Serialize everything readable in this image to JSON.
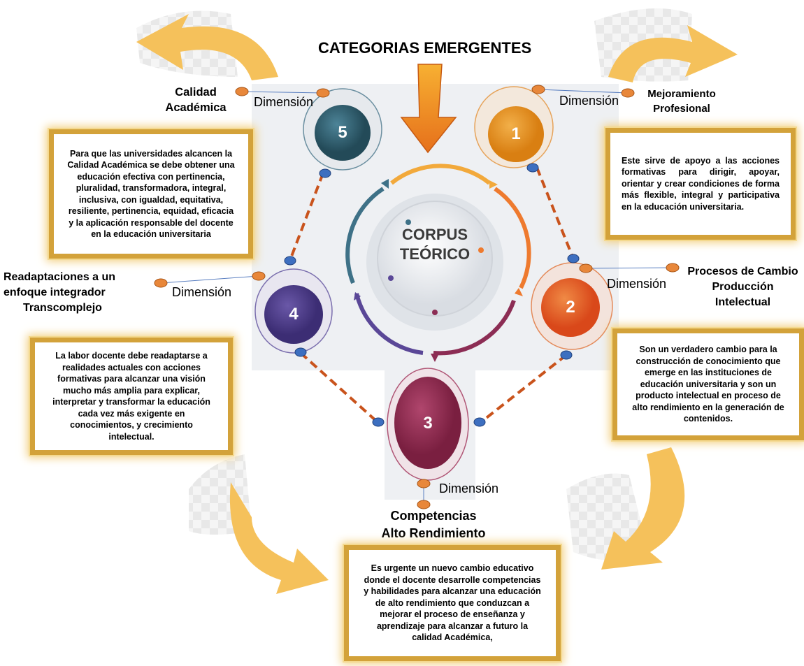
{
  "title": "CATEGORIAS EMERGENTES",
  "center": {
    "line1": "CORPUS",
    "line2": "TEÓRICO"
  },
  "dimension_label": "Dimensión",
  "nodes": [
    {
      "number": "1",
      "label_line1": "Mejoramiento",
      "label_line2": "Profesional",
      "color": "#e8951c",
      "text": "Este sirve de apoyo a las acciones formativas para dirigir, apoyar, orientar y crear condiciones de forma más flexible, integral y participativa en la educación universitaria."
    },
    {
      "number": "2",
      "label_line1": "Procesos de Cambio",
      "label_line2": "Producción",
      "label_line3": "Intelectual",
      "color": "#e75e1f",
      "text": "Son un verdadero cambio para la construcción de conocimiento que emerge en las instituciones de educación universitaria y son un producto intelectual en proceso de alto rendimiento en la generación de contenidos."
    },
    {
      "number": "3",
      "label_line1": "Competencias",
      "label_line2": "Alto Rendimiento",
      "color": "#8e2a4e",
      "text": "Es urgente un nuevo cambio educativo donde el docente desarrolle competencias y habilidades para alcanzar una educación de alto rendimiento que conduzcan a mejorar el proceso de enseñanza y aprendizaje para alcanzar a futuro la calidad Académica,"
    },
    {
      "number": "4",
      "label_line1": "Readaptaciones a un",
      "label_line2": "enfoque integrador",
      "label_line3": "Transcomplejo",
      "color": "#4d3b88",
      "text": "La labor docente debe readaptarse a realidades actuales con acciones formativas para alcanzar una visión mucho más amplia para explicar, interpretar y transformar la educación cada vez más exigente en conocimientos, y crecimiento intelectual."
    },
    {
      "number": "5",
      "label_line1": "Calidad",
      "label_line2": "Académica",
      "color": "#2f6072",
      "text": "Para que las universidades alcancen la Calidad Académica se debe obtener una educación efectiva con pertinencia, pluralidad, transformadora, integral, inclusiva, con igualdad, equitativa, resiliente, pertinencia, equidad, eficacia y la aplicación responsable del docente en la educación universitaria"
    }
  ]
}
